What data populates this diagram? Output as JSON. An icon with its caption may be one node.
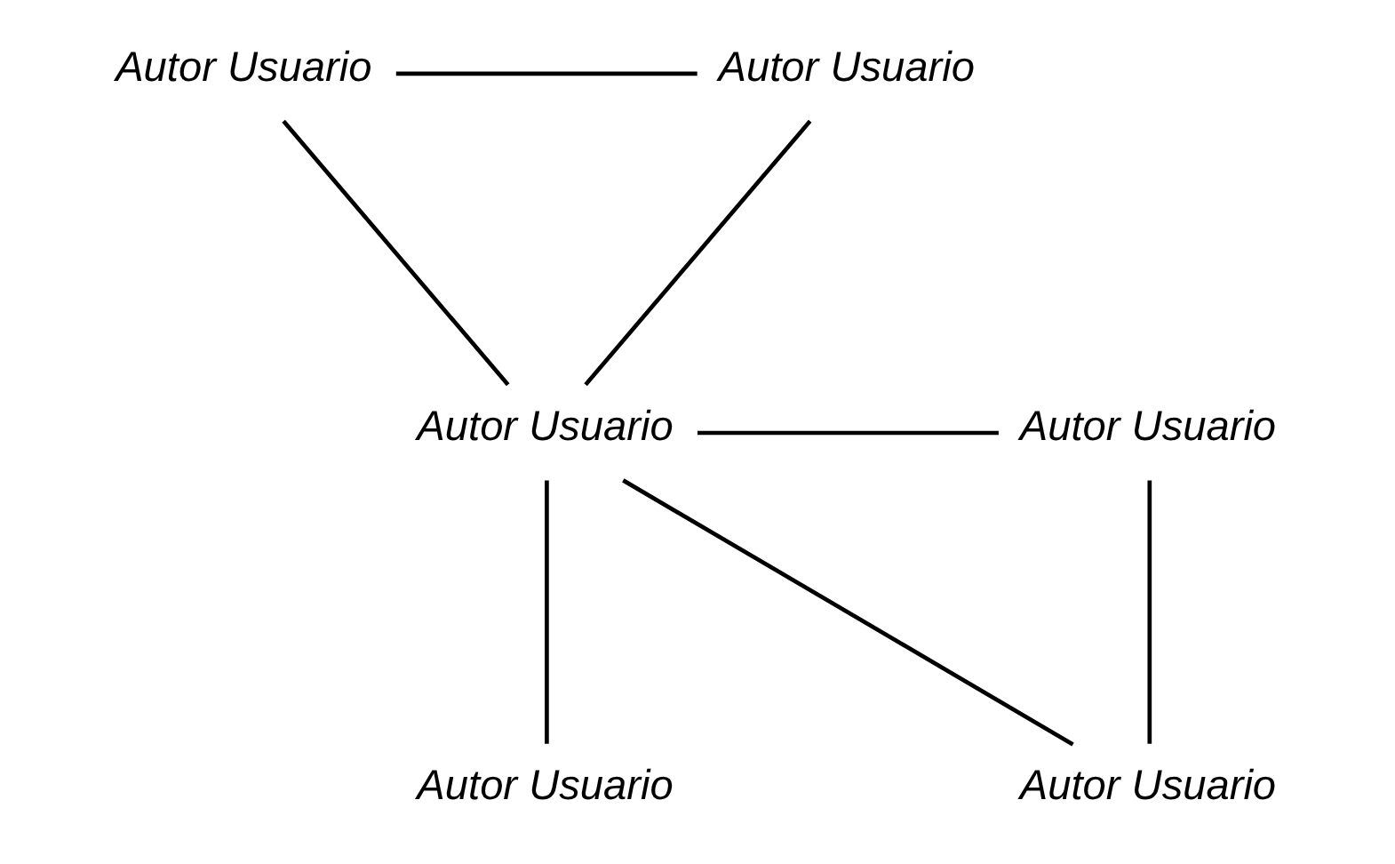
{
  "diagram": {
    "nodes": [
      {
        "text": [
          "Autor Usuario"
        ]
      },
      {
        "text": [
          "Autor Usuario"
        ]
      },
      {
        "text": [
          "Autor Usuario"
        ]
      },
      {
        "text": [
          "Autor Usuario"
        ]
      },
      {
        "text": [
          "Autor Usuario"
        ]
      },
      {
        "text": [
          "Autor Usuario"
        ]
      }
    ],
    "edges": [
      {
        "from": 0,
        "to": 1,
        "arrow": "none"
      },
      {
        "from": 0,
        "to": 2,
        "arrow": "none"
      },
      {
        "from": 1,
        "to": 2,
        "arrow": "none"
      },
      {
        "from": 2,
        "to": 3,
        "arrow": "none"
      },
      {
        "from": 2,
        "to": 4,
        "arrow": "none"
      },
      {
        "from": 2,
        "to": 5,
        "arrow": "none"
      },
      {
        "from": 3,
        "to": 5,
        "arrow": "none"
      }
    ]
  }
}
